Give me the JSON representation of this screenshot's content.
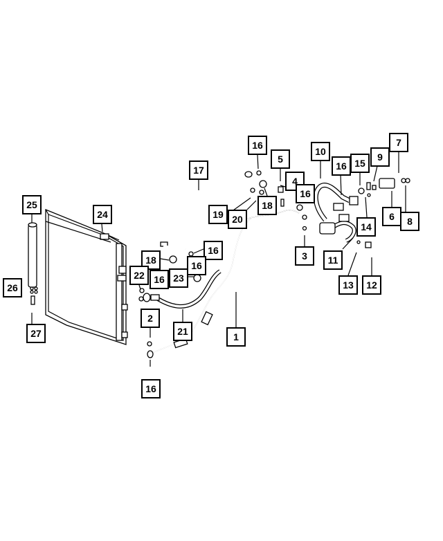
{
  "callouts": {
    "c1": "1",
    "c2": "2",
    "c3": "3",
    "c4": "4",
    "c5": "5",
    "c6": "6",
    "c7": "7",
    "c8": "8",
    "c9": "9",
    "c10": "10",
    "c11": "11",
    "c12": "12",
    "c13": "13",
    "c14": "14",
    "c15": "15",
    "c16a": "16",
    "c16b": "16",
    "c16c": "16",
    "c16d": "16",
    "c16e": "16",
    "c16f": "16",
    "c16g": "16",
    "c17": "17",
    "c18a": "18",
    "c18b": "18",
    "c19": "19",
    "c20": "20",
    "c21": "21",
    "c22": "22",
    "c23": "23",
    "c24": "24",
    "c25": "25",
    "c26": "26",
    "c27": "27"
  }
}
